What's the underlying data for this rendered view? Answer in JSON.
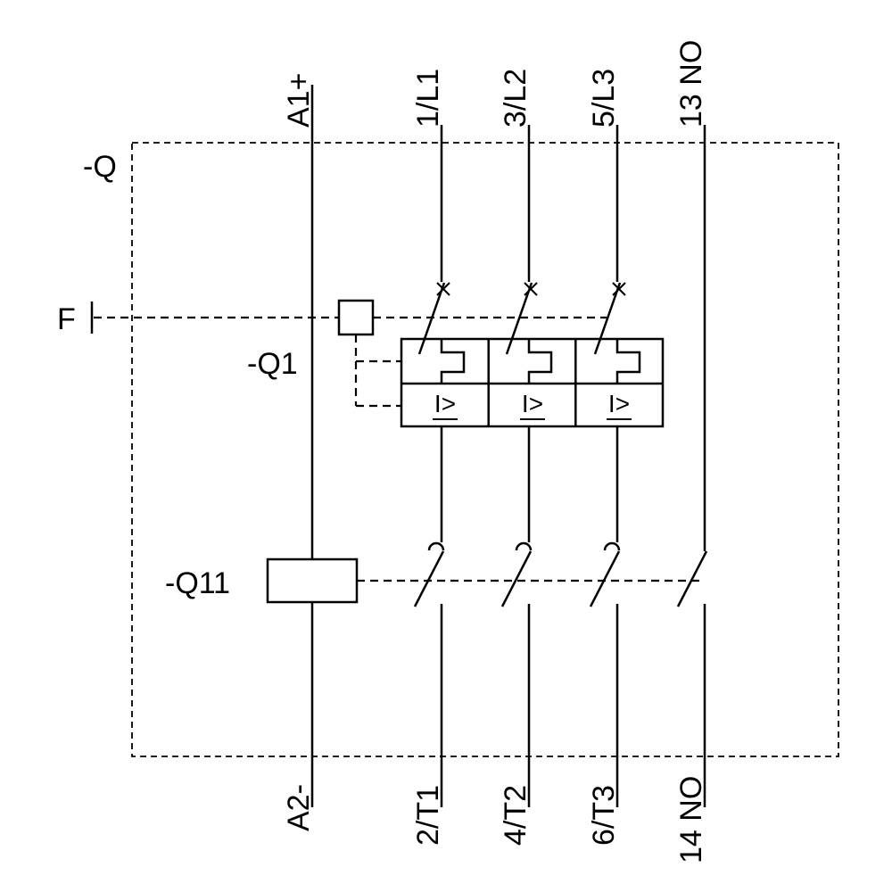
{
  "diagram": {
    "device_label": "-Q",
    "fault_input_label": "F",
    "breaker_label": "-Q1",
    "contactor_label": "-Q11",
    "overcurrent_release_symbol": "I>",
    "terminals": {
      "top": [
        "A1+",
        "1/L1",
        "3/L2",
        "5/L3",
        "13 NO"
      ],
      "bottom": [
        "A2-",
        "2/T1",
        "4/T2",
        "6/T3",
        "14 NO"
      ]
    },
    "colors": {
      "line": "#000000",
      "background": "#ffffff"
    }
  }
}
